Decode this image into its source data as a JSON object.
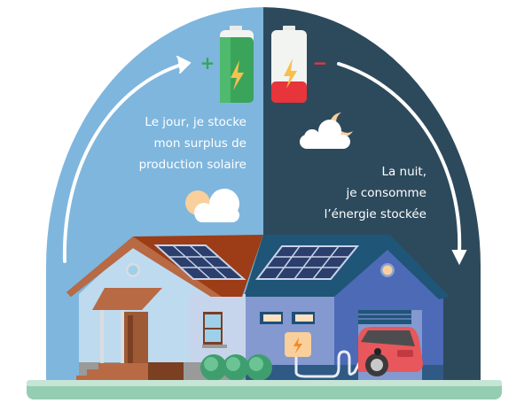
{
  "day": {
    "lines": [
      "Le jour, je stocke",
      "mon surplus de",
      "production solaire"
    ],
    "battery_sign": "+",
    "color": "#7fb6de"
  },
  "night": {
    "lines": [
      "La nuit,",
      "je consomme",
      "l’énergie stockée"
    ],
    "battery_sign": "−",
    "color": "#2d4a5d"
  },
  "battery_full_color": "#3aa45a",
  "battery_low_color": "#e8343b",
  "icons": [
    "battery-full-icon",
    "battery-low-icon",
    "sun-cloud-icon",
    "moon-cloud-icon",
    "lightning-icon",
    "house-illustration",
    "solar-panel",
    "ev-charger",
    "electric-car"
  ]
}
